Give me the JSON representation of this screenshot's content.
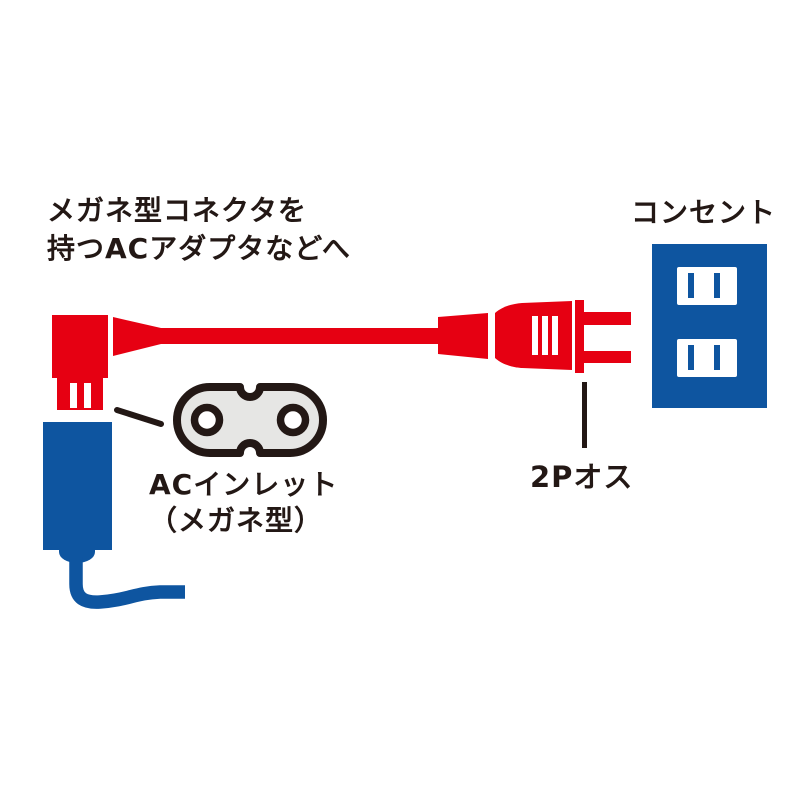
{
  "annotations": {
    "adapter_note_line1": "メガネ型コネクタを",
    "adapter_note_line2": "持つACアダプタなどへ",
    "outlet_label": "コンセント",
    "inlet_label_line1": "ACインレット",
    "inlet_label_line2": "（メガネ型）",
    "plug_label": "2Pオス"
  },
  "colors": {
    "cable_red": "#e60012",
    "device_blue": "#0e55a0",
    "inlet_gray": "#e6e6e4",
    "ink_dark": "#231815",
    "background": "#ffffff"
  }
}
